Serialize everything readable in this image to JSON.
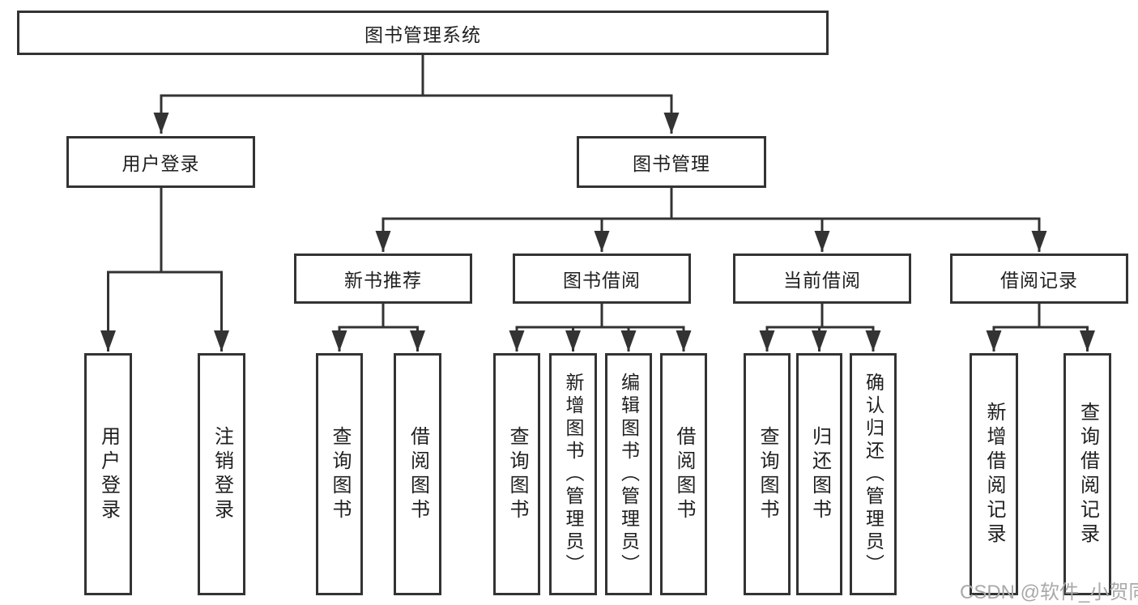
{
  "nodes": {
    "root": "图书管理系统",
    "user_login": "用户登录",
    "book_mgmt": "图书管理",
    "new_book_rec": "新书推荐",
    "book_borrow": "图书借阅",
    "current_borrow": "当前借阅",
    "borrow_record": "借阅记录",
    "leaf_user_login": "用户登录",
    "leaf_logout": "注销登录",
    "leaf_nbr_query": "查询图书",
    "leaf_nbr_borrow": "借阅图书",
    "leaf_bb_query": "查询图书",
    "leaf_bb_add": "新增图书（管理员）",
    "leaf_bb_edit": "编辑图书（管理员）",
    "leaf_bb_borrow": "借阅图书",
    "leaf_cb_query": "查询图书",
    "leaf_cb_return": "归还图书",
    "leaf_cb_confirm": "确认归还（管理员）",
    "leaf_br_add": "新增借阅记录",
    "leaf_br_query": "查询借阅记录"
  },
  "hierarchy": {
    "图书管理系统": {
      "用户登录": [
        "用户登录",
        "注销登录"
      ],
      "图书管理": {
        "新书推荐": [
          "查询图书",
          "借阅图书"
        ],
        "图书借阅": [
          "查询图书",
          "新增图书（管理员）",
          "编辑图书（管理员）",
          "借阅图书"
        ],
        "当前借阅": [
          "查询图书",
          "归还图书",
          "确认归还（管理员）"
        ],
        "借阅记录": [
          "新增借阅记录",
          "查询借阅记录"
        ]
      }
    }
  },
  "watermark": "CSDN @软件_小贺同学",
  "colors": {
    "line": "#333333",
    "box_border": "#333333",
    "text": "#1f1f1f",
    "watermark": "#a9a9a9",
    "background": "#ffffff"
  }
}
